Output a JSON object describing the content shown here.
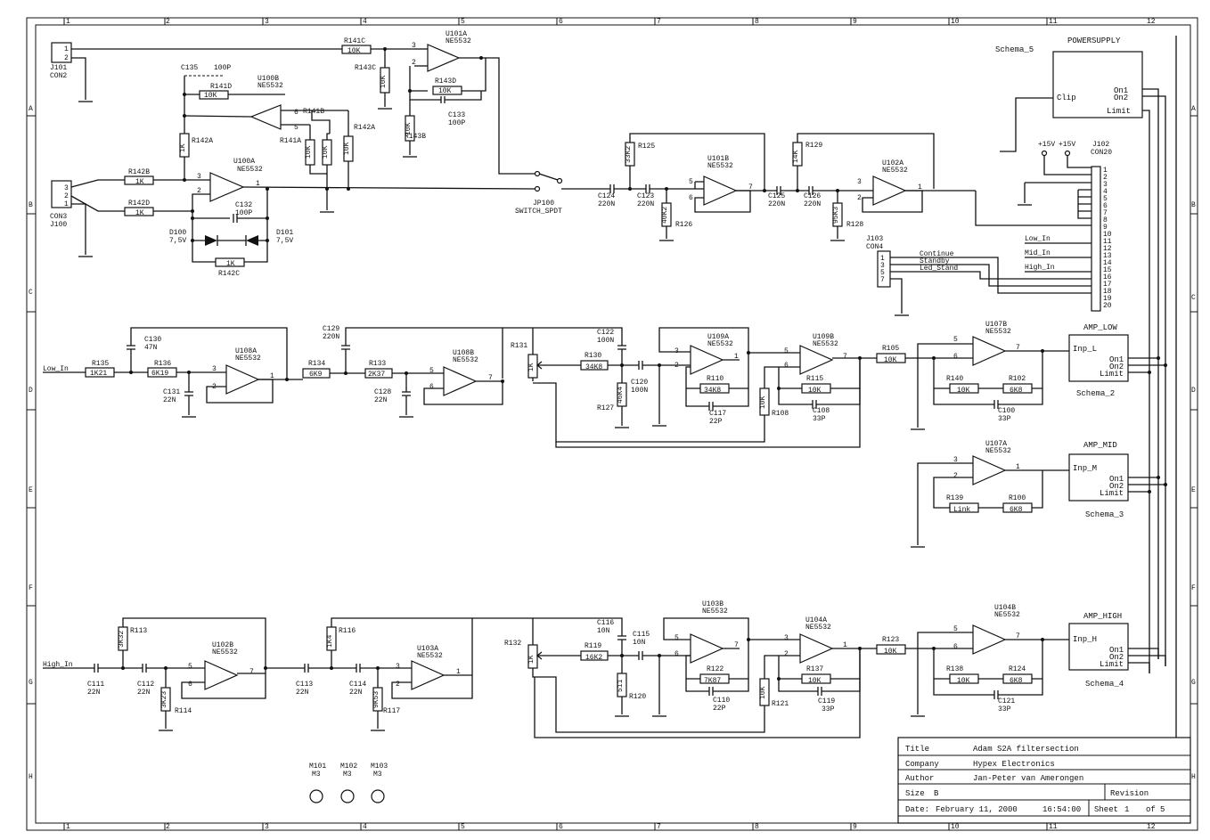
{
  "border": {
    "cols": [
      "1",
      "2",
      "3",
      "4",
      "5",
      "6",
      "7",
      "8",
      "9",
      "10",
      "11",
      "12"
    ],
    "rows": [
      "A",
      "B",
      "C",
      "D",
      "E",
      "F",
      "G",
      "H"
    ]
  },
  "title_block": {
    "title_label": "Title",
    "title_value": "Adam S2A filtersection",
    "company_label": "Company",
    "company_value": "Hypex Electronics",
    "author_label": "Author",
    "author_value": "Jan-Peter van Amerongen",
    "size_label": "Size",
    "size_value": "B",
    "revision_label": "Revision",
    "date_label": "Date:",
    "date_value": "February 11, 2000",
    "time_value": "16:54:00",
    "sheet_label": "Sheet",
    "sheet_value": "1",
    "of_label": "of",
    "of_value": "5"
  },
  "blocks": {
    "powersupply_title": "POWERSUPPLY",
    "powersupply_schema": "Schema_5",
    "powersupply_ports": [
      "Clip",
      "On1",
      "On2",
      "Limit"
    ],
    "amp_low_title": "AMP_LOW",
    "amp_low_schema": "Schema_2",
    "amp_low_ports": [
      "Inp_L",
      "On1",
      "On2",
      "Limit"
    ],
    "amp_mid_title": "AMP_MID",
    "amp_mid_schema": "Schema_3",
    "amp_mid_ports": [
      "Inp_M",
      "On1",
      "On2",
      "Limit"
    ],
    "amp_high_title": "AMP_HIGH",
    "amp_high_schema": "Schema_4",
    "amp_high_ports": [
      "Inp_H",
      "On1",
      "On2",
      "Limit"
    ]
  },
  "connectors": {
    "j101": [
      "J101",
      "CON2"
    ],
    "j100": [
      "CON3",
      "J100"
    ],
    "j102": [
      "J102",
      "CON20"
    ],
    "j102_rails": [
      "+15V",
      "+15V"
    ],
    "j102_pins": [
      "1",
      "2",
      "3",
      "4",
      "5",
      "6",
      "7",
      "8",
      "9",
      "10",
      "11",
      "12",
      "13",
      "14",
      "15",
      "16",
      "17",
      "18",
      "19",
      "20"
    ],
    "j102_signals": [
      "Low_In",
      "Mid_In",
      "High_In"
    ],
    "j103": [
      "J103",
      "CON4"
    ],
    "j103_signals": [
      "Continue",
      "Standby",
      "Led_Stand"
    ],
    "jp100": [
      "JP100",
      "SWITCH_SPDT"
    ],
    "net_low_in": "Low_In",
    "net_high_in": "High_In"
  },
  "opamps": [
    {
      "ref": "U101A",
      "type": "NE5532"
    },
    {
      "ref": "U100B",
      "type": "NE5532"
    },
    {
      "ref": "U100A",
      "type": "NE5532"
    },
    {
      "ref": "U101B",
      "type": "NE5532"
    },
    {
      "ref": "U102A",
      "type": "NE5532"
    },
    {
      "ref": "U108A",
      "type": "NE5532"
    },
    {
      "ref": "U108B",
      "type": "NE5532"
    },
    {
      "ref": "U109A",
      "type": "NE5532"
    },
    {
      "ref": "U109B",
      "type": "NE5532"
    },
    {
      "ref": "U107B",
      "type": "NE5532"
    },
    {
      "ref": "U107A",
      "type": "NE5532"
    },
    {
      "ref": "U102B",
      "type": "NE5532"
    },
    {
      "ref": "U103A",
      "type": "NE5532"
    },
    {
      "ref": "U103B",
      "type": "NE5532"
    },
    {
      "ref": "U104A",
      "type": "NE5532"
    },
    {
      "ref": "U104B",
      "type": "NE5532"
    }
  ],
  "parts": {
    "r141c": [
      "R141C",
      "10K"
    ],
    "r143c": [
      "R143C",
      "10K"
    ],
    "r143d": [
      "R143D",
      "10K"
    ],
    "c133": [
      "C133",
      "100P"
    ],
    "r143b": [
      "R143B",
      "10K"
    ],
    "c135": [
      "C135",
      "100P"
    ],
    "r141d": [
      "R141D",
      "10K"
    ],
    "r142a": [
      "R142A",
      "1K"
    ],
    "r141a": [
      "R141A",
      "10K"
    ],
    "r141b": [
      "R141B",
      "10K"
    ],
    "r142a2": [
      "R142A",
      "10K"
    ],
    "r142b": [
      "R142B",
      "1K"
    ],
    "r142d": [
      "R142D",
      "1K"
    ],
    "c132": [
      "C132",
      "100P"
    ],
    "d100": [
      "D100",
      "7,5V"
    ],
    "d101": [
      "D101",
      "7,5V"
    ],
    "r142c": [
      "R142C",
      "1K"
    ],
    "r125": [
      "R125",
      "33K2"
    ],
    "c124": [
      "C124",
      "220N"
    ],
    "c123": [
      "C123",
      "220N"
    ],
    "r126": [
      "R126",
      "40K2"
    ],
    "r129": [
      "R129",
      "14K"
    ],
    "c125": [
      "C125",
      "220N"
    ],
    "c126": [
      "C126",
      "220N"
    ],
    "r128": [
      "R128",
      "95K3"
    ],
    "r135": [
      "R135",
      "1K21"
    ],
    "c130": [
      "C130",
      "47N"
    ],
    "r136": [
      "R136",
      "6K19"
    ],
    "c131": [
      "C131",
      "22N"
    ],
    "r134": [
      "R134",
      "6K9"
    ],
    "c129": [
      "C129",
      "220N"
    ],
    "r133": [
      "R133",
      "2K37"
    ],
    "c128": [
      "C128",
      "22N"
    ],
    "r131": [
      "R131",
      "1K"
    ],
    "r130": [
      "R130",
      "34K8"
    ],
    "c122": [
      "C122",
      "100N"
    ],
    "c120": [
      "C120",
      "100N"
    ],
    "r127": [
      "R127",
      "46K4"
    ],
    "r110": [
      "R110",
      "34K8"
    ],
    "c117": [
      "C117",
      "22P"
    ],
    "r108": [
      "R108",
      "10K"
    ],
    "r115": [
      "R115",
      "10K"
    ],
    "c108": [
      "C108",
      "33P"
    ],
    "r105": [
      "R105",
      "10K"
    ],
    "r140": [
      "R140",
      "10K"
    ],
    "r102": [
      "R102",
      "6K8"
    ],
    "c100": [
      "C100",
      "33P"
    ],
    "r139": [
      "R139",
      "Link"
    ],
    "r100": [
      "R100",
      "6K8"
    ],
    "r113": [
      "R113",
      "3K32"
    ],
    "c111": [
      "C111",
      "22N"
    ],
    "c112": [
      "C112",
      "22N"
    ],
    "r114": [
      "R114",
      "3K23"
    ],
    "r116": [
      "R116",
      "1K4"
    ],
    "c113": [
      "C113",
      "22N"
    ],
    "c114": [
      "C114",
      "22N"
    ],
    "r117": [
      "R117",
      "9K53"
    ],
    "r132": [
      "R132",
      "1K"
    ],
    "r119": [
      "R119",
      "16K2"
    ],
    "c116": [
      "C116",
      "10N"
    ],
    "c115": [
      "C115",
      "10N"
    ],
    "r120": [
      "R120",
      "511"
    ],
    "r122": [
      "R122",
      "7K87"
    ],
    "c110": [
      "C110",
      "22P"
    ],
    "r121": [
      "R121",
      "10K"
    ],
    "r137": [
      "R137",
      "10K"
    ],
    "c119": [
      "C119",
      "33P"
    ],
    "r123": [
      "R123",
      "10K"
    ],
    "r138": [
      "R138",
      "10K"
    ],
    "r124": [
      "R124",
      "6K8"
    ],
    "c121": [
      "C121",
      "33P"
    ]
  },
  "mounting": [
    {
      "ref": "M101",
      "value": "M3"
    },
    {
      "ref": "M102",
      "value": "M3"
    },
    {
      "ref": "M103",
      "value": "M3"
    }
  ]
}
